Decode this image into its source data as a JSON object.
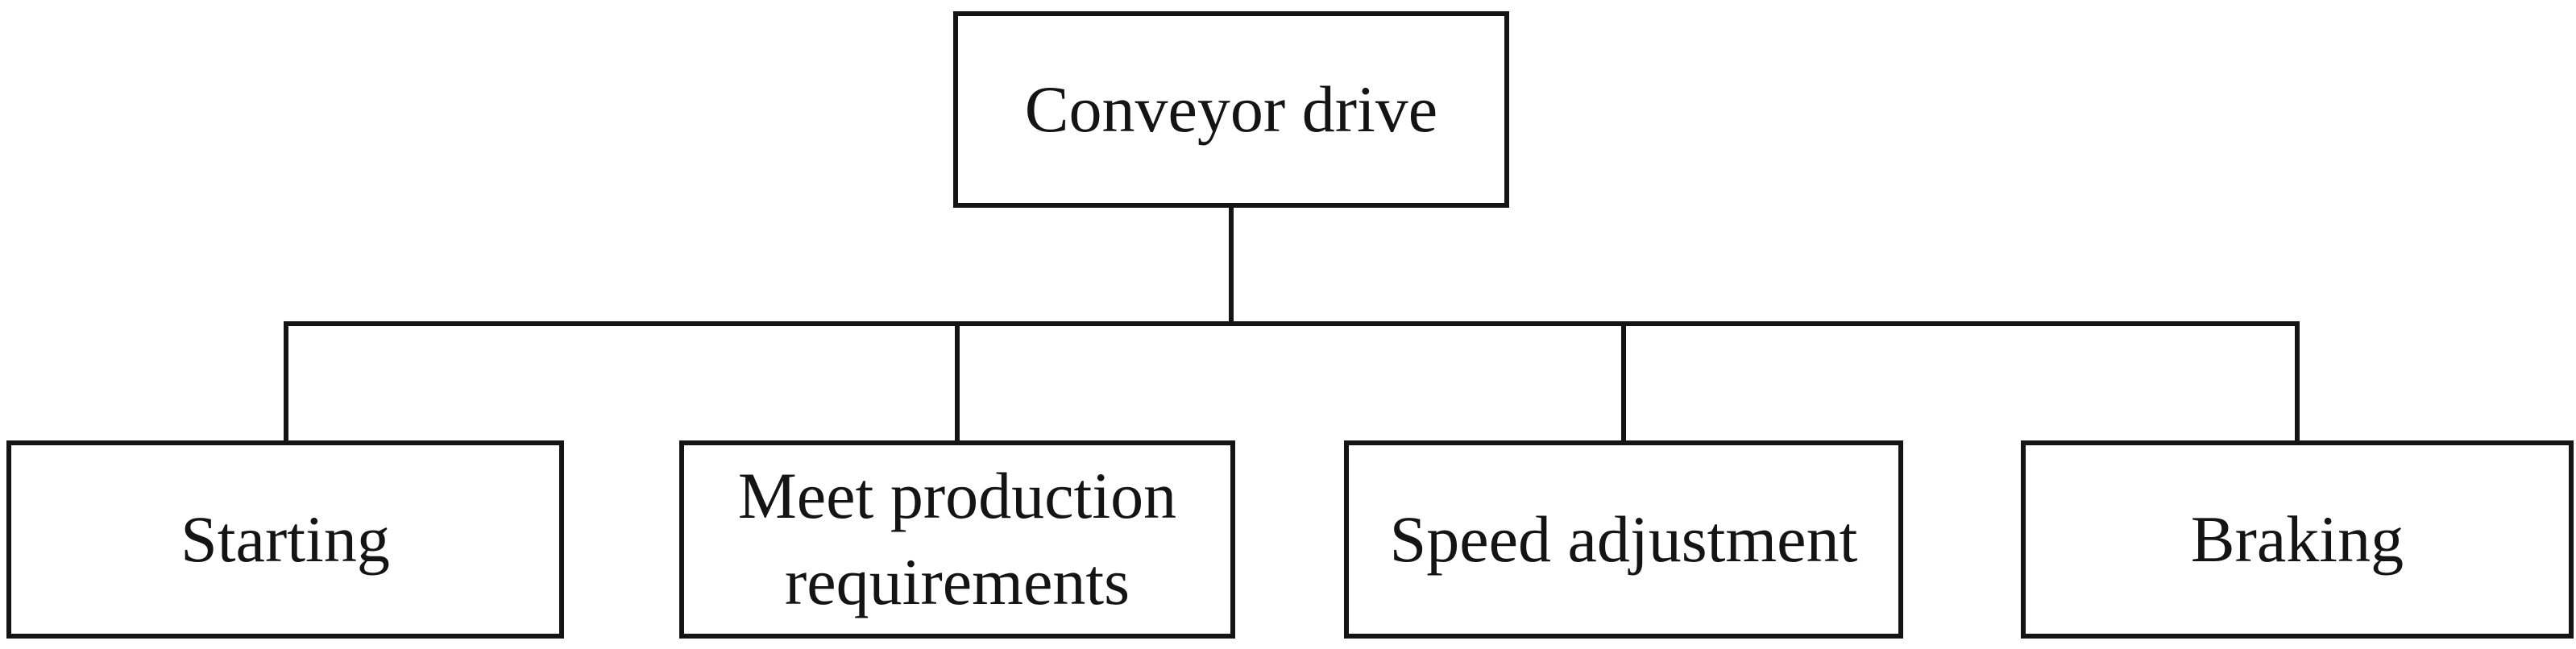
{
  "diagram": {
    "type": "tree",
    "root": {
      "label": "Conveyor drive"
    },
    "children": [
      {
        "label": "Starting"
      },
      {
        "label": "Meet production requirements"
      },
      {
        "label": "Speed adjustment"
      },
      {
        "label": "Braking"
      }
    ]
  },
  "colors": {
    "ink": "#141414",
    "bg": "#ffffff"
  }
}
